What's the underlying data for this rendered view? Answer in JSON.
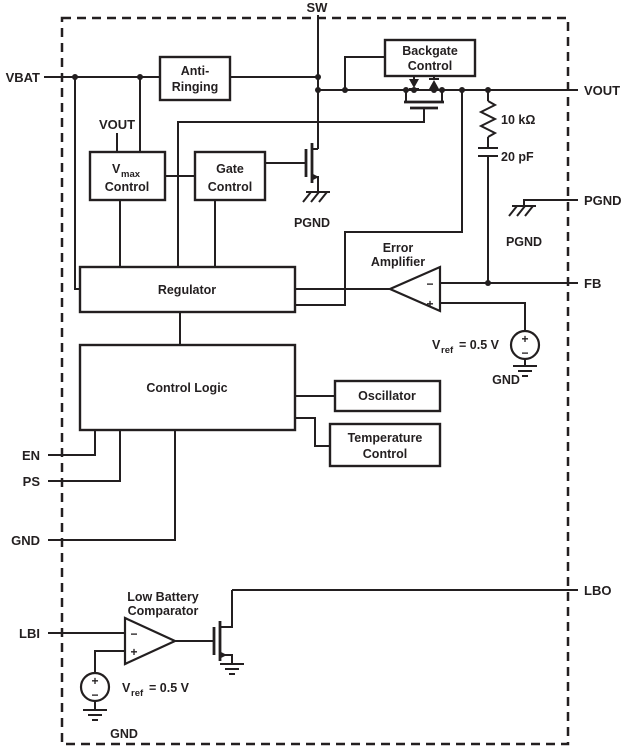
{
  "colors": {
    "line": "#231f20",
    "background": "#ffffff"
  },
  "pins": {
    "sw": "SW",
    "vbat": "VBAT",
    "vout": "VOUT",
    "pgnd": "PGND",
    "fb": "FB",
    "lbo": "LBO",
    "en": "EN",
    "ps": "PS",
    "gnd": "GND",
    "lbi": "LBI"
  },
  "blocks": {
    "anti_ringing": {
      "line1": "Anti-",
      "line2": "Ringing"
    },
    "backgate_control": {
      "line1": "Backgate",
      "line2": "Control"
    },
    "vmax_control": {
      "sym": "V",
      "sub": "max",
      "line2": "Control"
    },
    "gate_control": {
      "line1": "Gate",
      "line2": "Control"
    },
    "regulator": {
      "label": "Regulator"
    },
    "control_logic": {
      "label": "Control Logic"
    },
    "oscillator": {
      "label": "Oscillator"
    },
    "temperature_control": {
      "line1": "Temperature",
      "line2": "Control"
    },
    "error_amplifier": {
      "line1": "Error",
      "line2": "Amplifier"
    },
    "low_battery_comparator": {
      "line1": "Low Battery",
      "line2": "Comparator"
    }
  },
  "labels": {
    "vout_internal": "VOUT",
    "resistor_value": "10 kΩ",
    "capacitor_value": "20 pF",
    "pgnd_fet": "PGND",
    "pgnd_divider": "PGND",
    "vref_top": {
      "sym": "V",
      "sub": "ref",
      "value": "= 0.5 V"
    },
    "gnd_top": "GND",
    "vref_bottom": {
      "sym": "V",
      "sub": "ref",
      "value": "= 0.5 V"
    },
    "gnd_bottom": "GND",
    "plus": "+",
    "minus": "−"
  }
}
